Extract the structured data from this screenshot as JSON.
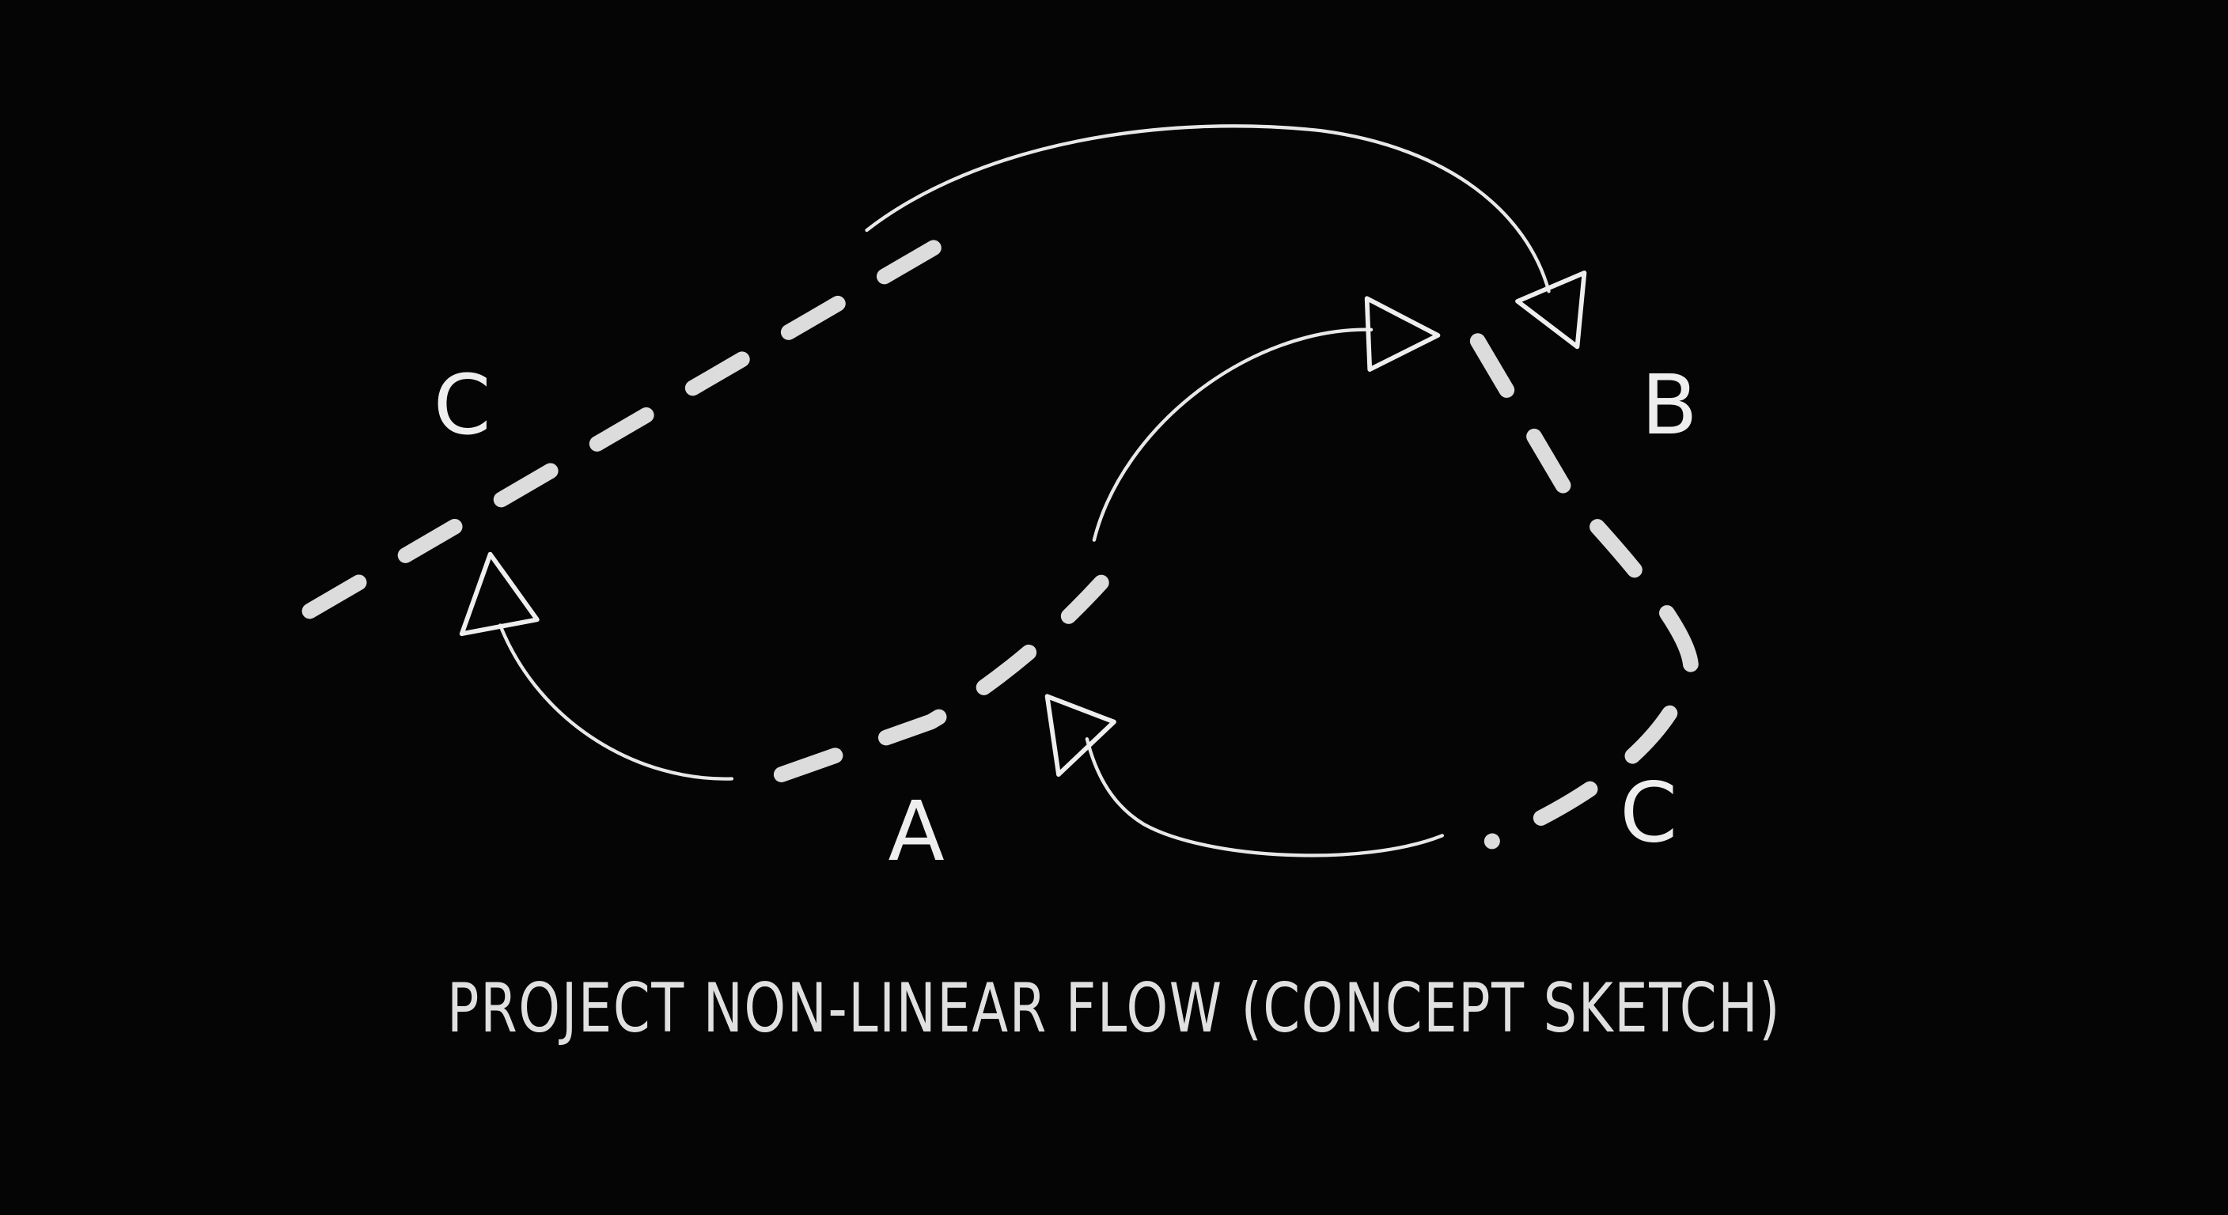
{
  "diagram": {
    "nodes": [
      {
        "id": "c_left",
        "label": "C"
      },
      {
        "id": "b",
        "label": "B"
      },
      {
        "id": "a",
        "label": "A"
      },
      {
        "id": "c_right",
        "label": "C"
      }
    ],
    "caption": "PROJECT NON-LINEAR FLOW (CONCEPT SKETCH)",
    "style": {
      "background": "#050505",
      "chalk": "#e8e8e8"
    }
  }
}
